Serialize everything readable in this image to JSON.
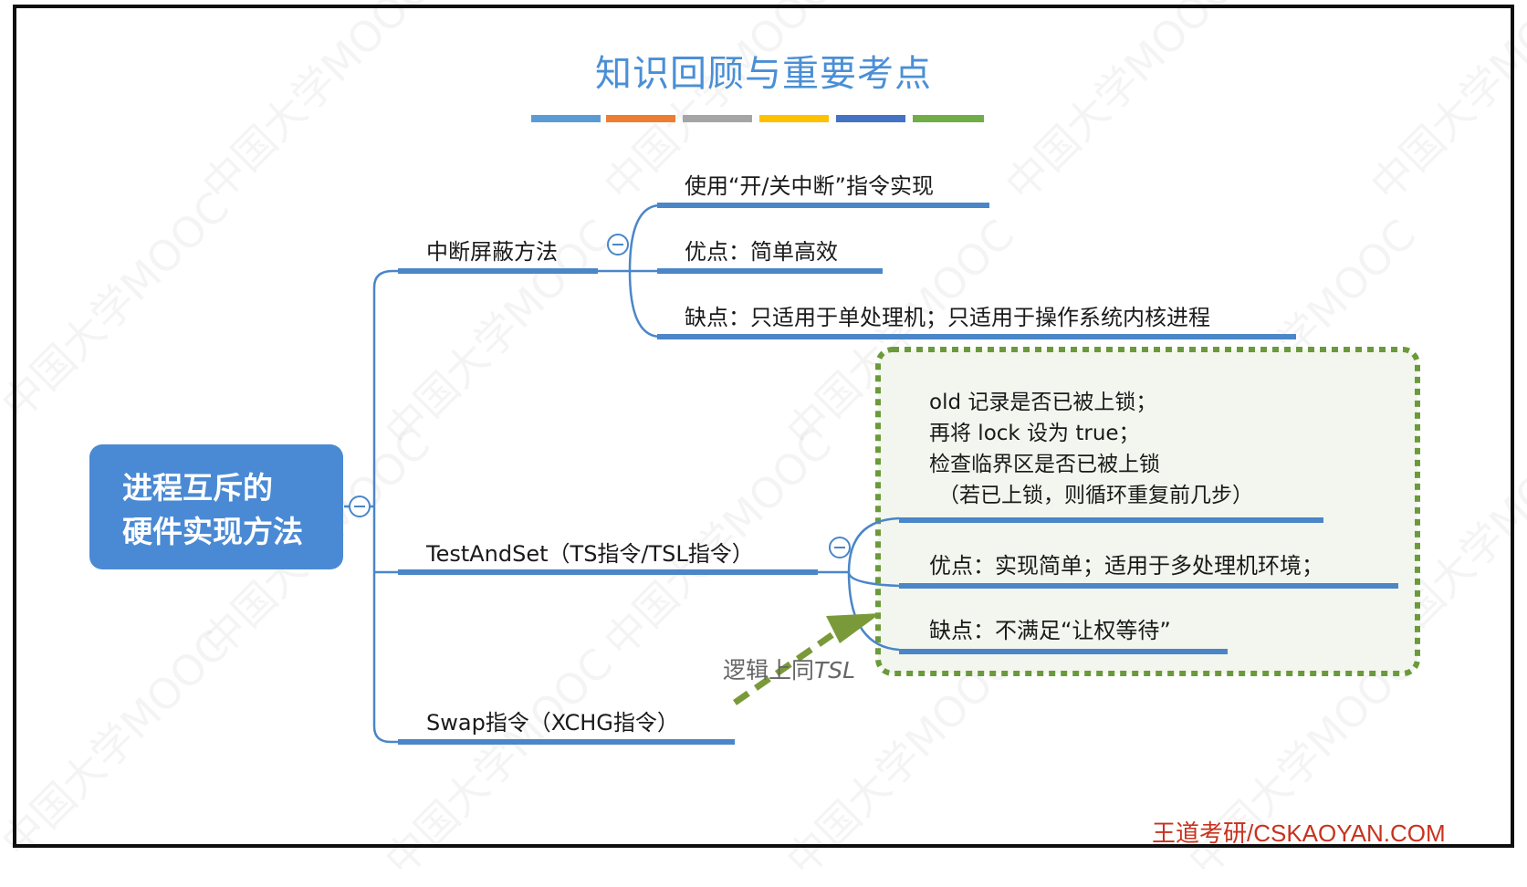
{
  "title": "知识回顾与重要考点",
  "title_bar_colors": [
    "#5b9bd5",
    "#ed7d31",
    "#a5a5a5",
    "#ffc000",
    "#4472c4",
    "#70ad47"
  ],
  "root": {
    "line1": "进程互斥的",
    "line2": "硬件实现方法"
  },
  "branches": {
    "interrupt": {
      "label": "中断屏蔽方法",
      "children": [
        "使用“开/关中断”指令实现",
        "优点：简单高效",
        "缺点：只适用于单处理机；只适用于操作系统内核进程"
      ]
    },
    "tsl": {
      "label": "TestAndSet（TS指令/TSL指令）",
      "note_lines": [
        "old 记录是否已被上锁；",
        "再将 lock 设为 true；",
        "检查临界区是否已被上锁",
        "（若已上锁，则循环重复前几步）"
      ],
      "pro": "优点：实现简单；适用于多处理机环境；",
      "con": "缺点：不满足“让权等待”"
    },
    "swap": {
      "label": "Swap指令（XCHG指令）",
      "annotation_main": "逻辑上同",
      "annotation_em": "TSL"
    }
  },
  "collapse_symbol": "⊖",
  "footer": "王道考研/CSKAOYAN.COM",
  "watermark": "中国大学MOOC",
  "colors": {
    "branch_line": "#4a86c8",
    "accent_blue": "#4a8ad4",
    "dotted_box": "#6b9a3a",
    "box_fill": "#f3f6ee",
    "arrow": "#7a9a3a",
    "footer": "#c8321e"
  }
}
